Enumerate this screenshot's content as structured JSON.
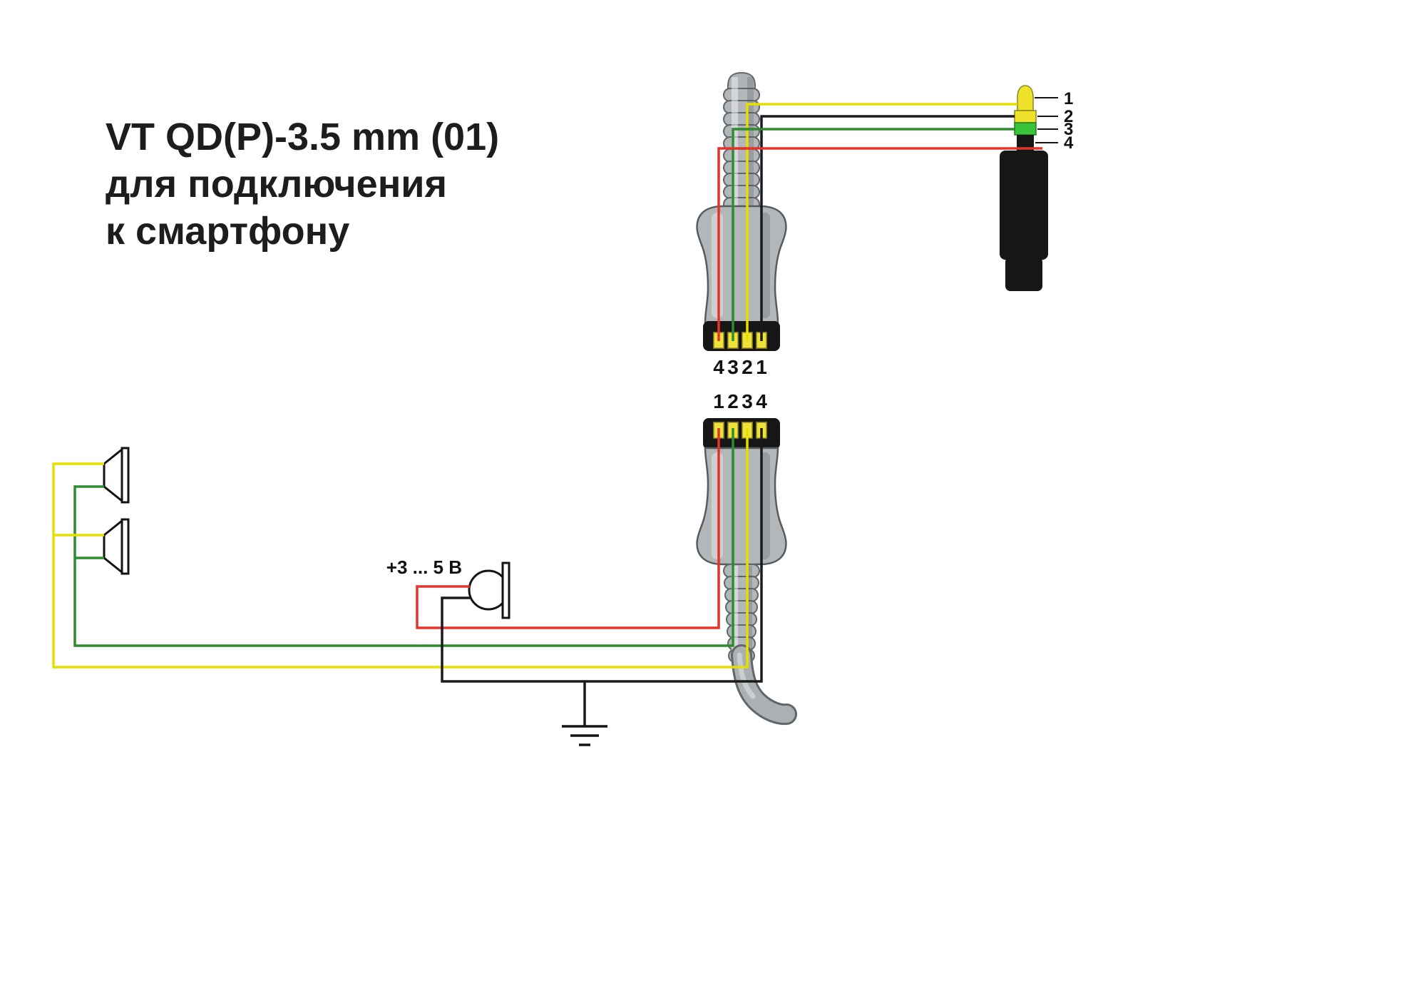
{
  "title": {
    "line1": "VT QD(P)-3.5 mm (01)",
    "line2": "для подключения",
    "line3": "к смартфону"
  },
  "jack_plug": {
    "pin_labels": [
      "1",
      "2",
      "3",
      "4"
    ]
  },
  "qd_connector_top": {
    "pin_labels": [
      "4",
      "3",
      "2",
      "1"
    ]
  },
  "qd_connector_bottom": {
    "pin_labels": [
      "1",
      "2",
      "3",
      "4"
    ]
  },
  "microphone": {
    "voltage_label": "+3 ... 5 В"
  },
  "colors": {
    "wire_yellow": "#e6df00",
    "wire_green": "#2e8b2e",
    "wire_red": "#e5332a",
    "wire_black": "#1a1a1a",
    "jack_tip_yellow": "#eee22b",
    "jack_ring_green": "#3bc23b",
    "jack_body_black": "#161616",
    "connector_gray": "#b3b7ba",
    "connector_outline": "#61666b",
    "contact_yellow": "#efe23a"
  }
}
